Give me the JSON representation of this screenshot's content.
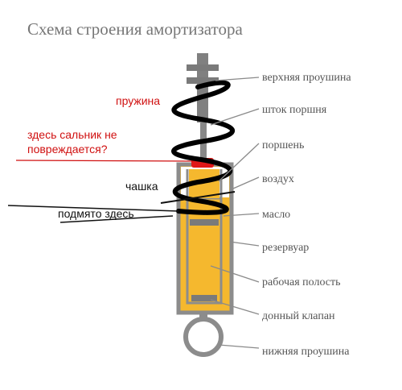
{
  "title": "Схема строения амортизатора",
  "labels": {
    "upper_eye": "верхняя проушина",
    "piston_rod": "шток поршня",
    "piston": "поршень",
    "air": "воздух",
    "oil": "масло",
    "reservoir": "резервуар",
    "working_cavity": "рабочая полость",
    "bottom_valve": "донный клапан",
    "lower_eye": "нижняя проушина"
  },
  "annotations": {
    "spring": "пружина",
    "seal_line1": "здесь сальник не",
    "seal_line2": "повреждается?",
    "cup": "чашка",
    "crushed": "подмято здесь"
  },
  "colors": {
    "title": "#777777",
    "label_text": "#555555",
    "leader_line": "#8a8a8a",
    "oil": "#f5b82e",
    "body": "#8c8c8c",
    "spring": "#000000",
    "annotation_red": "#d01010",
    "seal": "#e01818"
  }
}
